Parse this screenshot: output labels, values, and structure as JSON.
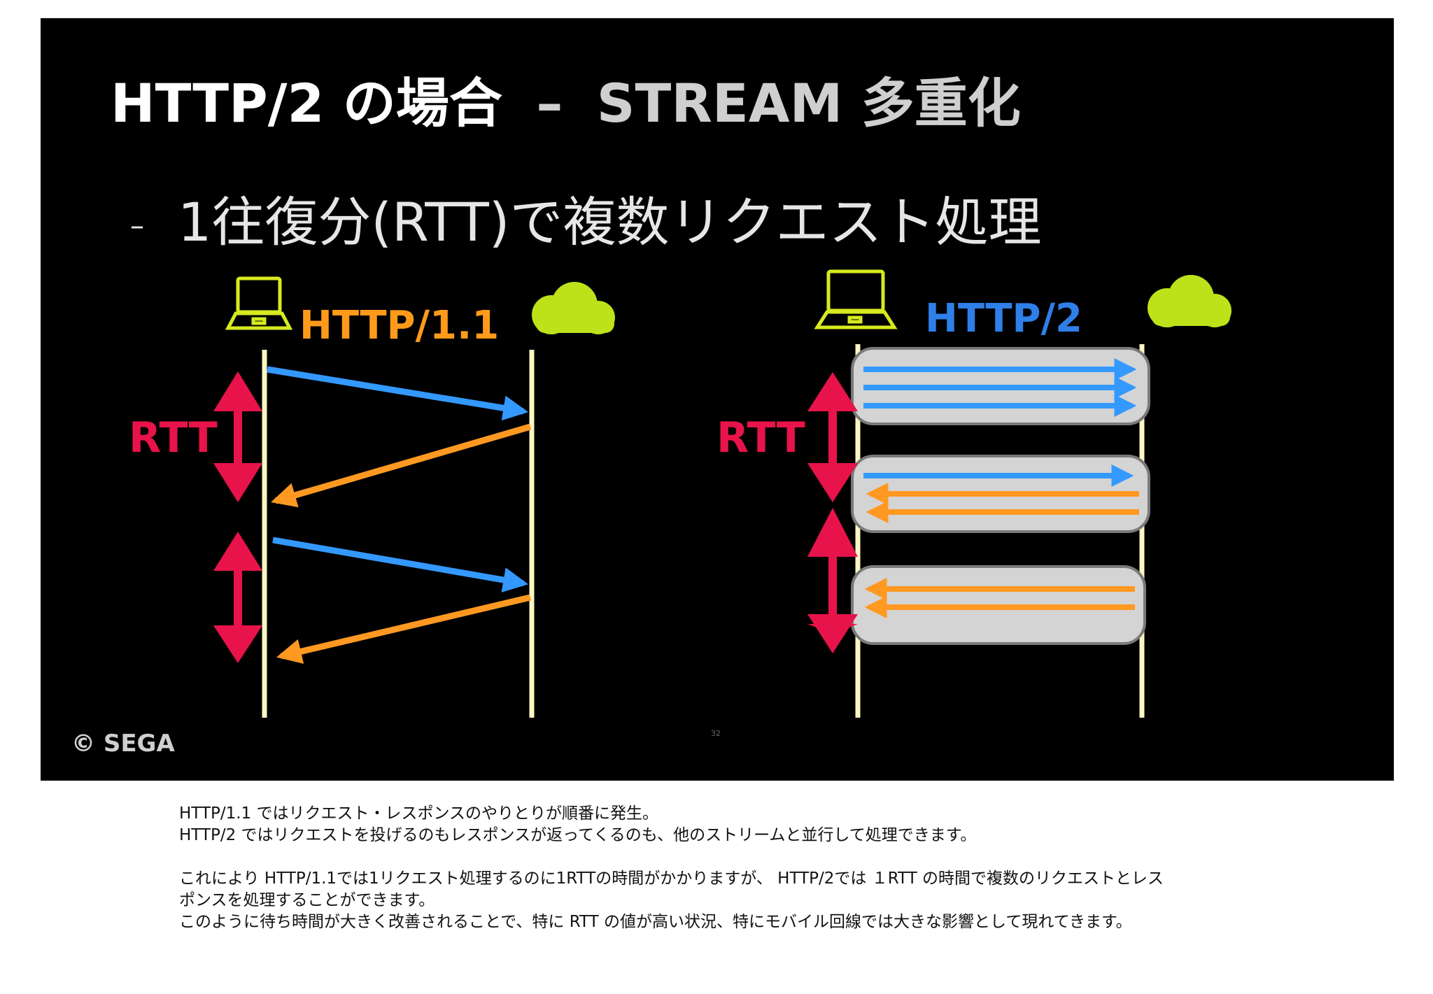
{
  "slide": {
    "title_part1": "HTTP/2 の場合",
    "title_dash": "–",
    "title_part2": "STREAM 多重化",
    "bullet_marker": "–",
    "bullet_text": "1往復分(RTT)で複数リクエスト処理",
    "left_protocol": "HTTP/1.1",
    "right_protocol": "HTTP/2",
    "rtt_left": "RTT",
    "rtt_right": "RTT",
    "copyright": "© SEGA",
    "page_number": "32"
  },
  "colors": {
    "request": "#3399ff",
    "response": "#ff9922",
    "rtt": "#e8134a",
    "lifeline": "#fbf6c4",
    "client_icon": "#d6ea1f",
    "cloud": "#bde21a",
    "http11_label": "#ff9a1a",
    "http2_label": "#2f7fe8",
    "stream_box": "#d4d4d4"
  },
  "icons": [
    "laptop-icon",
    "cloud-icon"
  ],
  "notes": {
    "line1": "HTTP/1.1 ではリクエスト・レスポンスのやりとりが順番に発生。",
    "line2": "HTTP/2 ではリクエストを投げるのもレスポンスが返ってくるのも、他のストリームと並行して処理できます。",
    "line3": "これにより HTTP/1.1では1リクエスト処理するのに1RTTの時間がかかりますが、 HTTP/2では １RTT の時間で複数のリクエストとレス",
    "line4": "ポンスを処理することができます。",
    "line5": "このように待ち時間が大きく改善されることで、特に RTT の値が高い状況、特にモバイル回線では大きな影響として現れてきます。"
  }
}
